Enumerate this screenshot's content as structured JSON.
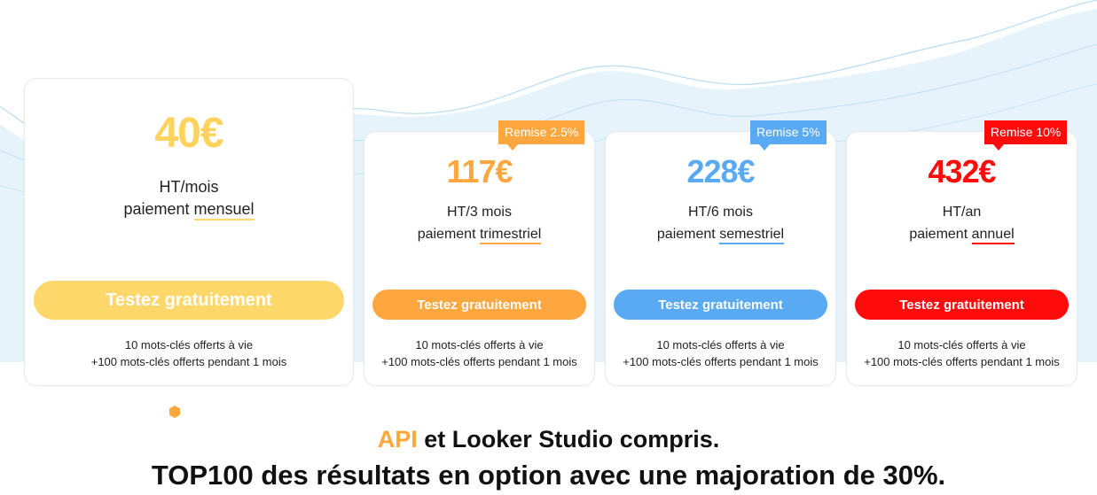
{
  "colors": {
    "yellow": "#fdd76a",
    "yellow_text": "#fed25c",
    "orange": "#ffa73f",
    "blue": "#5aa9f3",
    "red": "#ff0b0b",
    "band": "#e8f4fb"
  },
  "plans": [
    {
      "price": "40€",
      "period": "HT/mois",
      "payment_prefix": "paiement",
      "payment_type": "mensuel",
      "button": "Testez gratuitement",
      "offer_line1": "10 mots-clés offerts à vie",
      "offer_line2": "+100 mots-clés offerts pendant 1 mois"
    },
    {
      "badge": "Remise 2.5%",
      "price": "117€",
      "period": "HT/3 mois",
      "payment_prefix": "paiement",
      "payment_type": "trimestriel",
      "button": "Testez gratuitement",
      "offer_line1": "10 mots-clés offerts à vie",
      "offer_line2": "+100 mots-clés offerts pendant 1 mois"
    },
    {
      "badge": "Remise 5%",
      "price": "228€",
      "period": "HT/6 mois",
      "payment_prefix": "paiement",
      "payment_type": "semestriel",
      "button": "Testez gratuitement",
      "offer_line1": "10 mots-clés offerts à vie",
      "offer_line2": "+100 mots-clés offerts pendant 1 mois"
    },
    {
      "badge": "Remise 10%",
      "price": "432€",
      "period": "HT/an",
      "payment_prefix": "paiement",
      "payment_type": "annuel",
      "button": "Testez gratuitement",
      "offer_line1": "10 mots-clés offerts à vie",
      "offer_line2": "+100 mots-clés offerts pendant 1 mois"
    }
  ],
  "footer": {
    "api": "API",
    "line1_rest": "et Looker Studio compris.",
    "line2": "TOP100 des résultats en option avec une majoration de 30%."
  }
}
